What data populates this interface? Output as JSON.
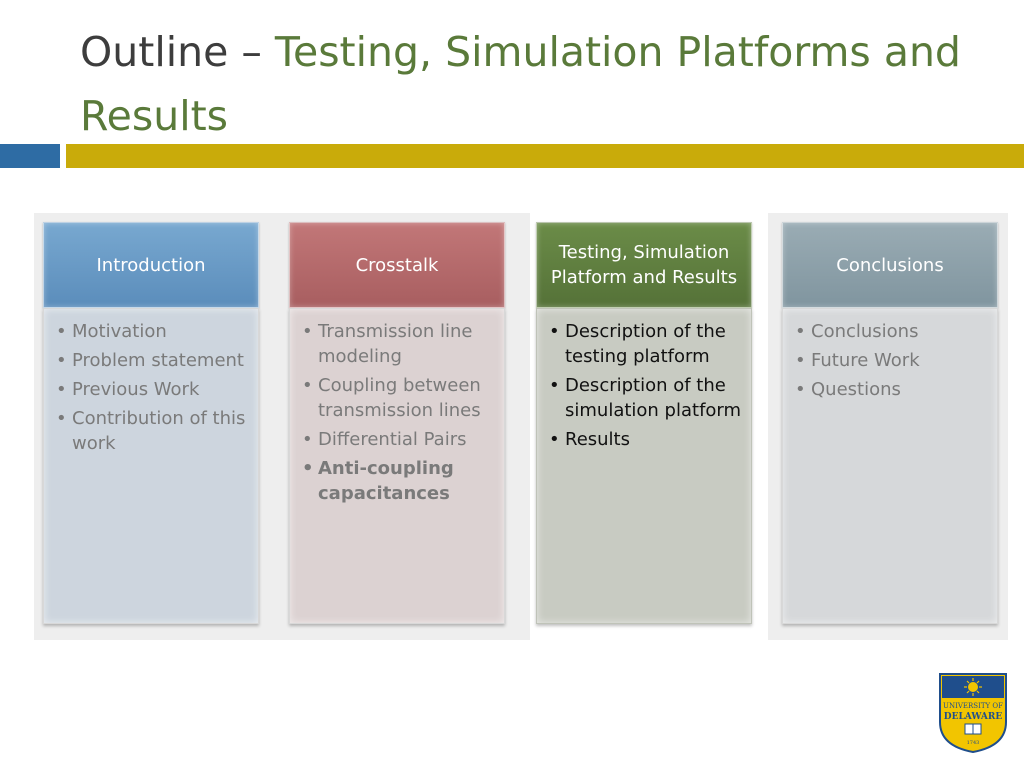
{
  "slide": {
    "title_prefix": "Outline – ",
    "title_accent": "Testing, Simulation Platforms and Results"
  },
  "columns": [
    {
      "header": "Introduction",
      "items": [
        "Motivation",
        "Problem statement",
        "Previous Work",
        "Contribution of this work"
      ]
    },
    {
      "header": "Crosstalk",
      "items": [
        "Transmission line modeling",
        "Coupling between transmission lines",
        "Differential Pairs",
        "Anti-coupling capacitances"
      ]
    },
    {
      "header": "Testing, Simulation Platform and Results",
      "items": [
        "Description of the testing platform",
        "Description of the simulation platform",
        "Results"
      ]
    },
    {
      "header": "Conclusions",
      "items": [
        "Conclusions",
        "Future Work",
        "Questions"
      ]
    }
  ],
  "logo": {
    "line1": "UNIVERSITY OF",
    "line2": "DELAWARE",
    "year": "1743"
  },
  "colors": {
    "title": "#3d3d3d",
    "accent": "#5a7a3a",
    "bar_blue": "#2e6ca4",
    "bar_gold": "#c9ab0a",
    "introduction_header": "#6a9bc6",
    "crosstalk_header": "#b96b6c",
    "testing_header": "#5f8040",
    "conclusions_header": "#8ea2ab"
  }
}
